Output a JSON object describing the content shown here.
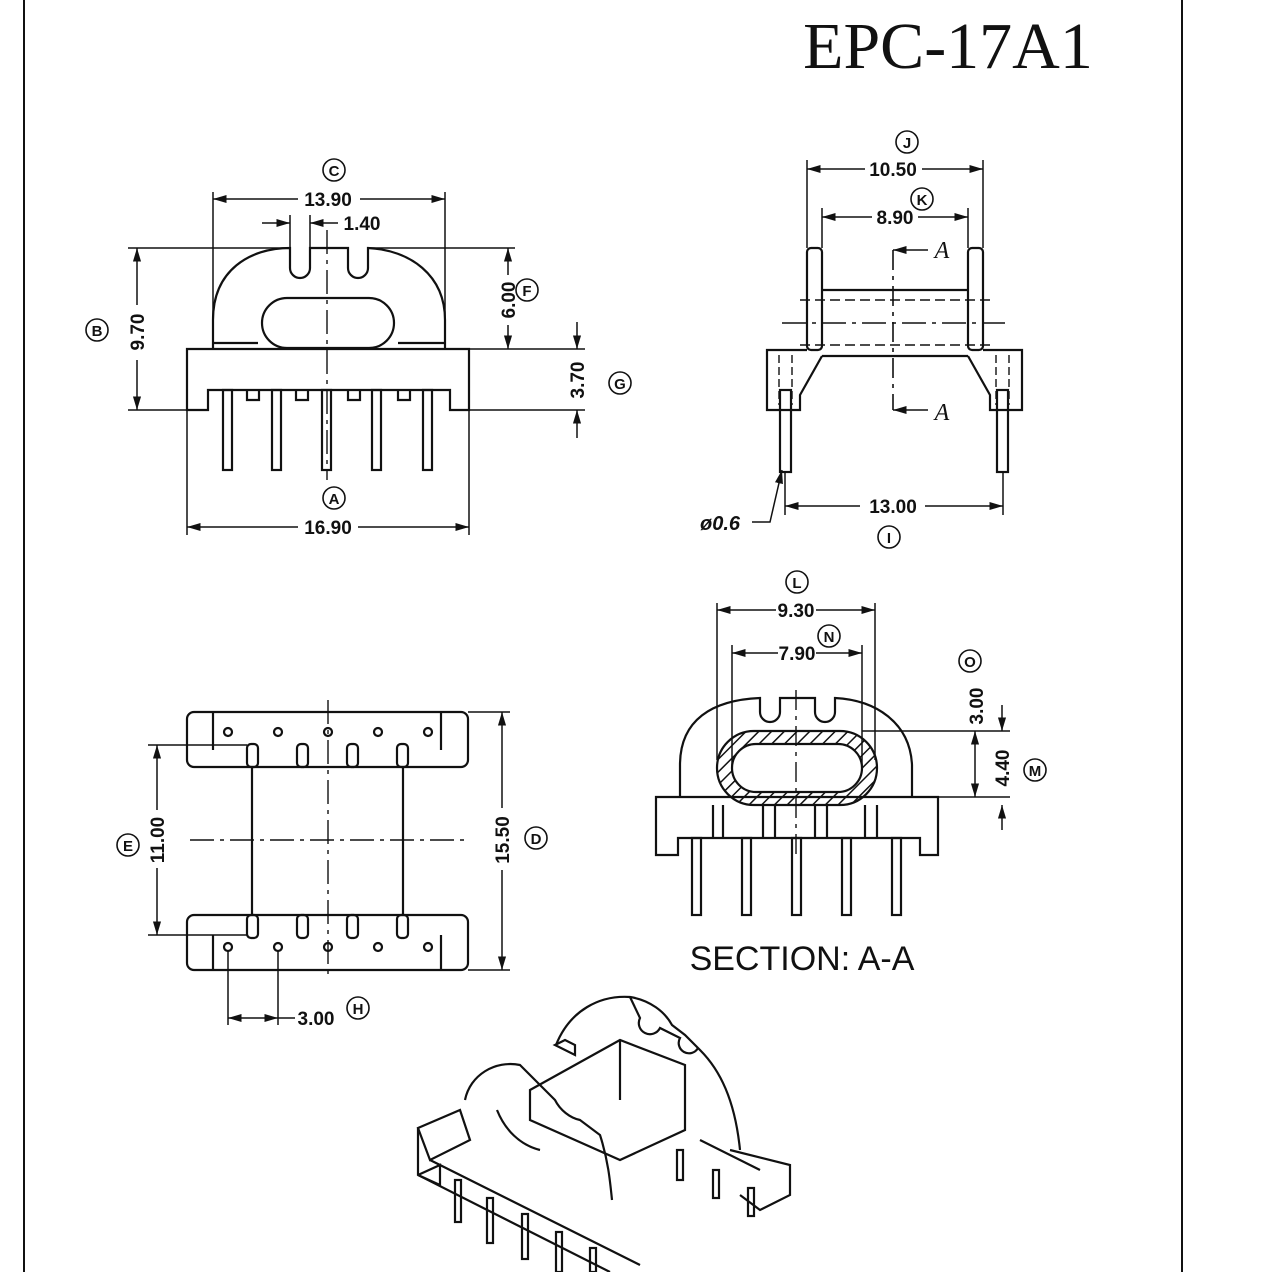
{
  "title": "EPC-17A1",
  "section_label": "SECTION: A-A",
  "section_marks": [
    "A",
    "A"
  ],
  "pin_diameter": "ø0.6",
  "dimensions": {
    "A": "16.90",
    "B": "9.70",
    "C": "13.90",
    "C2": "1.40",
    "D": "15.50",
    "E": "11.00",
    "F": "6.00",
    "G": "3.70",
    "H": "3.00",
    "I": "13.00",
    "J": "10.50",
    "K": "8.90",
    "L": "9.30",
    "M": "4.40",
    "N": "7.90",
    "O": "3.00"
  },
  "labels": [
    "A",
    "B",
    "C",
    "D",
    "E",
    "F",
    "G",
    "H",
    "I",
    "J",
    "K",
    "L",
    "M",
    "N",
    "O"
  ]
}
